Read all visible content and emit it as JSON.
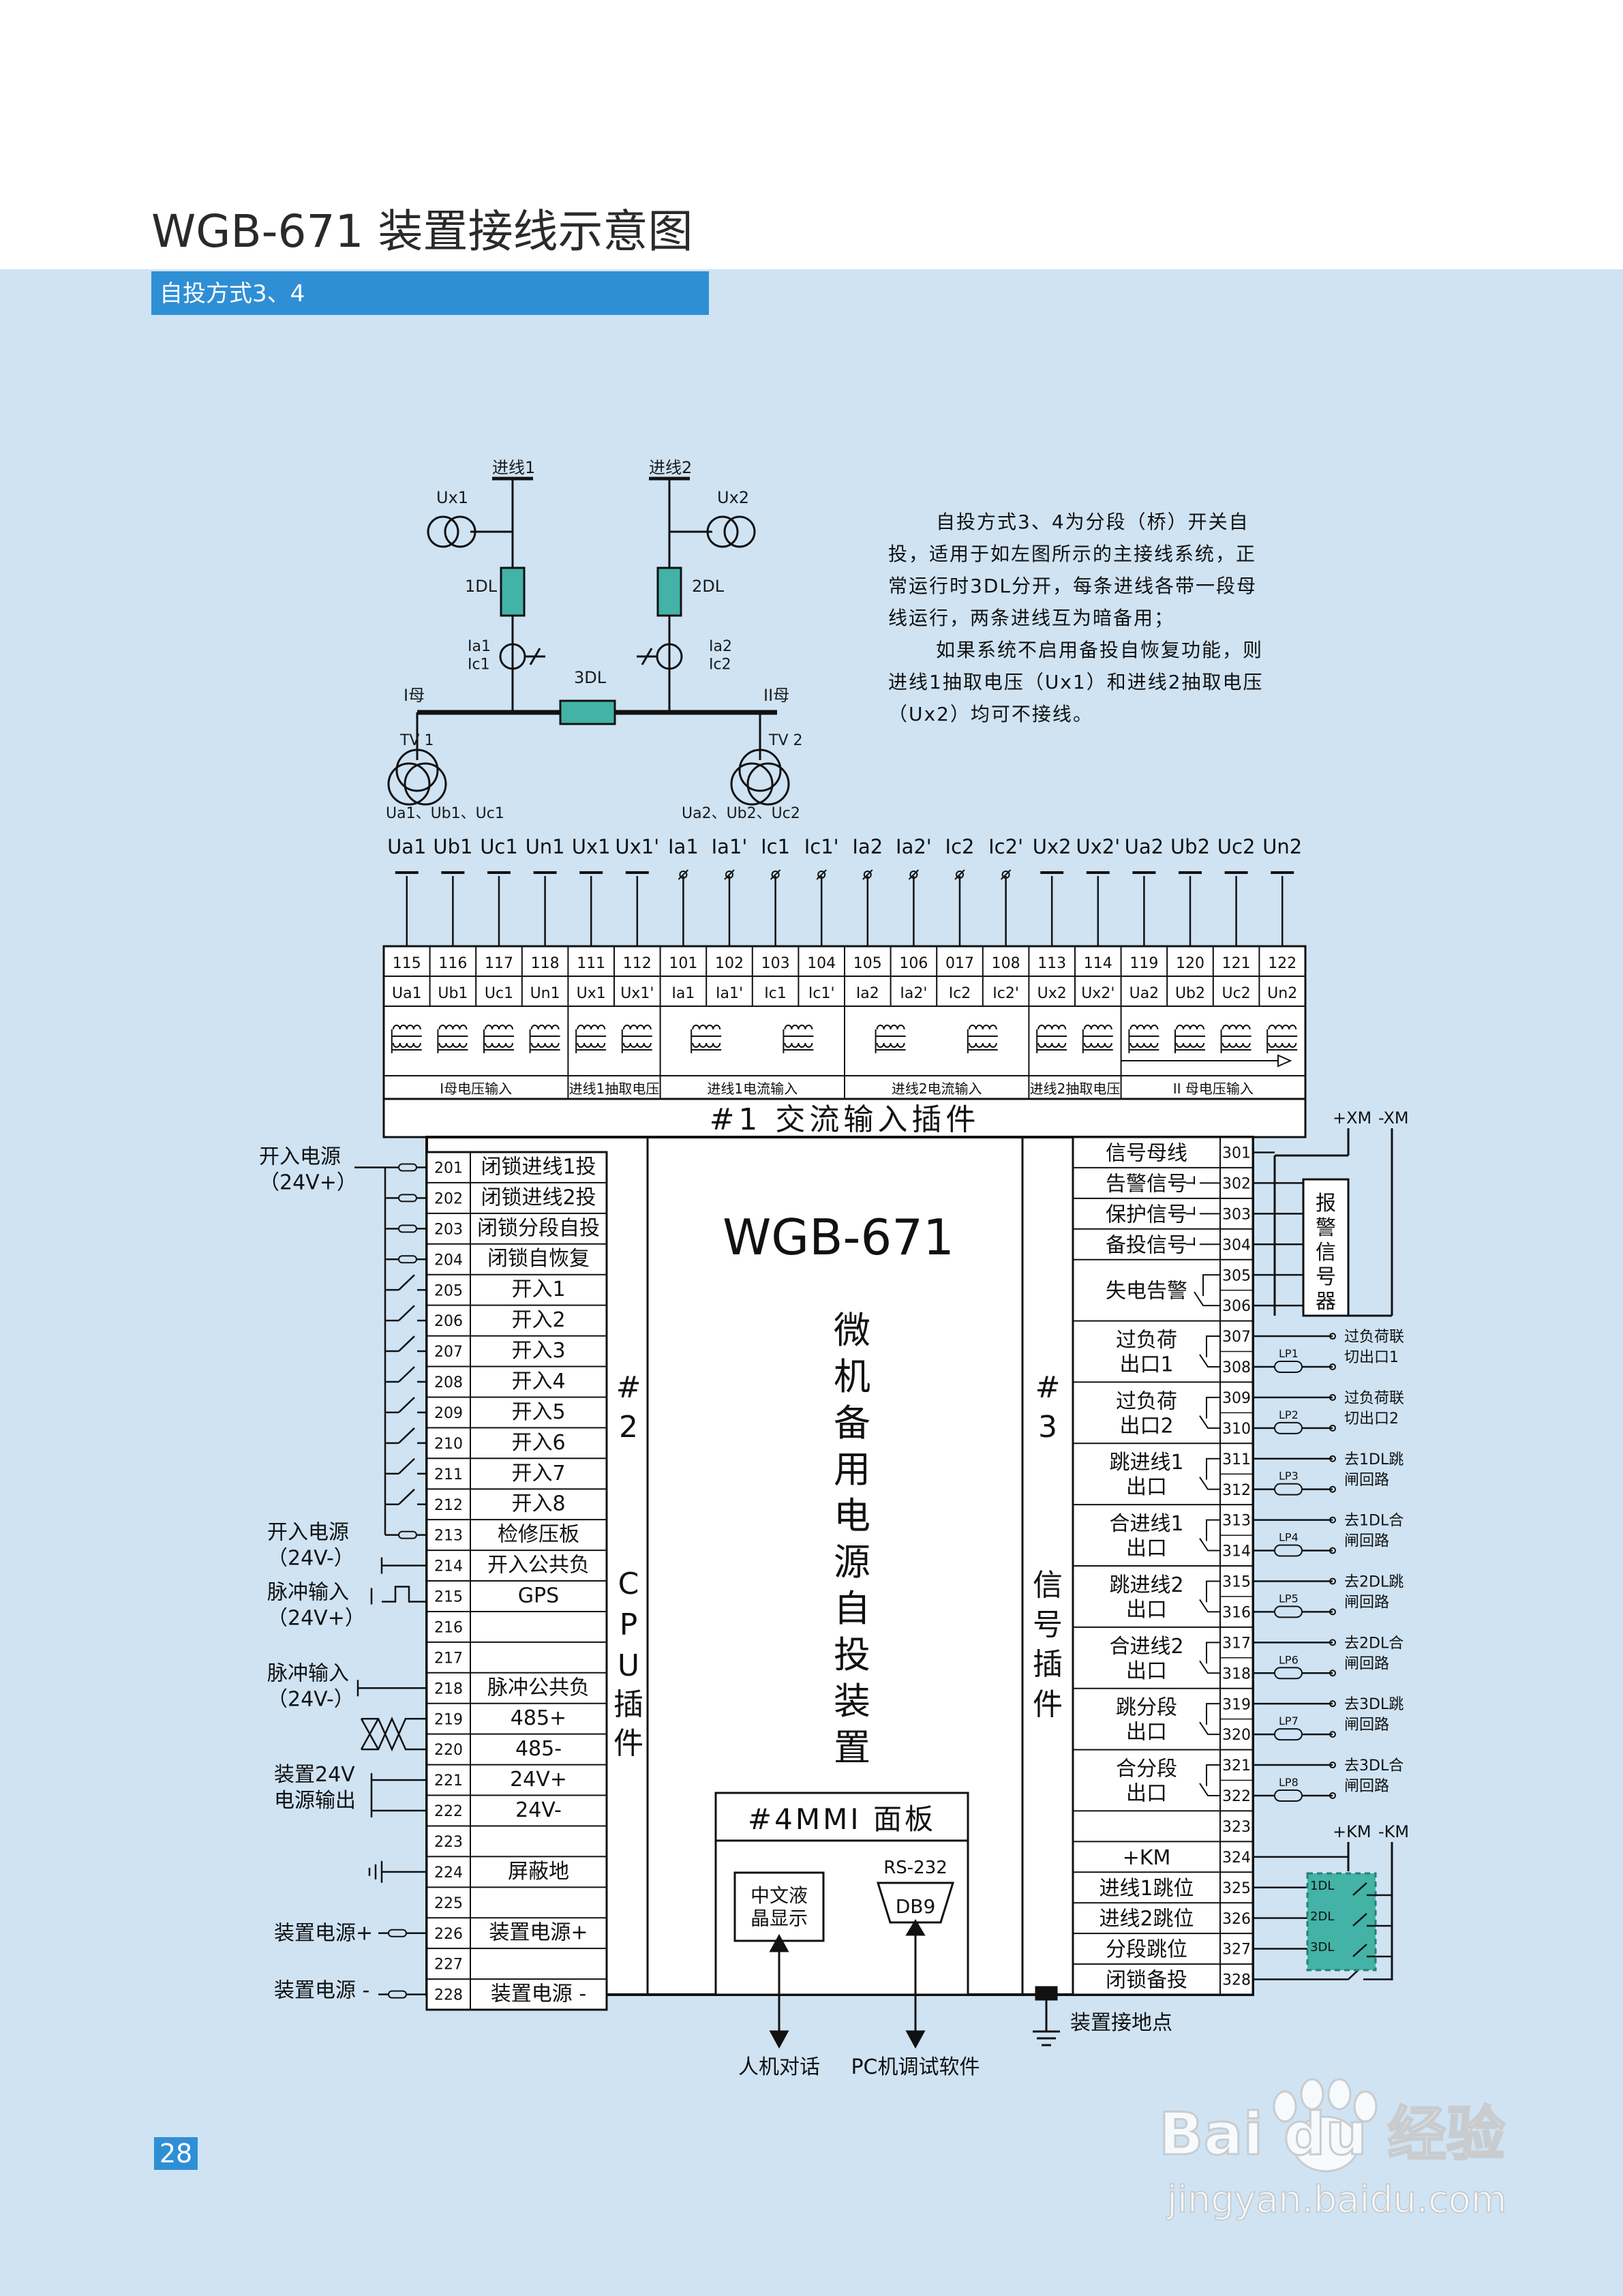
{
  "page": {
    "title": "WGB-671 装置接线示意图",
    "section_tab": "自投方式3、4",
    "page_number": "28",
    "watermark_text": "Bai du 经验",
    "watermark_url": "jingyan.baidu.com"
  },
  "colors": {
    "panel_bg": "#cfe3f3",
    "tab_bg": "#2f8fd5",
    "breaker_fill": "#42b3a6",
    "device_border": "#111111"
  },
  "topology": {
    "feeder1": "进线1",
    "feeder2": "进线2",
    "ux1": "Ux1",
    "ux2": "Ux2",
    "breaker1": "1DL",
    "breaker2": "2DL",
    "breaker3": "3DL",
    "ct1": "Ia1\nIc1",
    "ct2": "Ia2\nIc2",
    "bus1": "I母",
    "bus2": "II母",
    "tv1": "TV 1",
    "tv2": "TV 2",
    "tv1_out": "Ua1、Ub1、Uc1",
    "tv2_out": "Ua2、Ub2、Uc2"
  },
  "description": [
    "自投方式3、4为分段（桥）开关自",
    "投，适用于如左图所示的主接线系统，正",
    "常运行时3DL分开，每条进线各带一段母",
    "线运行，两条进线互为暗备用；",
    "如果系统不启用备投自恢复功能，则",
    "进线1抽取电压（Ux1）和进线2抽取电压",
    "（Ux2）均可不接线。"
  ],
  "ac_inputs": {
    "top_labels": [
      "Ua1",
      "Ub1",
      "Uc1",
      "Un1",
      "Ux1",
      "Ux1'",
      "Ia1",
      "Ia1'",
      "Ic1",
      "Ic1'",
      "Ia2",
      "Ia2'",
      "Ic2",
      "Ic2'",
      "Ux2",
      "Ux2'",
      "Ua2",
      "Ub2",
      "Uc2",
      "Un2"
    ],
    "terminals": [
      "115",
      "116",
      "117",
      "118",
      "111",
      "112",
      "101",
      "102",
      "103",
      "104",
      "105",
      "106",
      "017",
      "108",
      "113",
      "114",
      "119",
      "120",
      "121",
      "122"
    ],
    "terminal_labels": [
      "Ua1",
      "Ub1",
      "Uc1",
      "Un1",
      "Ux1",
      "Ux1'",
      "Ia1",
      "Ia1'",
      "Ic1",
      "Ic1'",
      "Ia2",
      "Ia2'",
      "Ic2",
      "Ic2'",
      "Ux2",
      "Ux2'",
      "Ua2",
      "Ub2",
      "Uc2",
      "Un2"
    ],
    "groups": [
      "I母电压输入",
      "进线1抽取电压",
      "进线1电流输入",
      "进线2电流输入",
      "进线2抽取电压",
      "II 母电压输入"
    ],
    "title": "#1 交流输入插件"
  },
  "device": {
    "model": "WGB-671",
    "name_vertical": "微机备用电源自投装置",
    "cpu_plugin": "#2 CPU插件",
    "signal_plugin": "#3 信号插件",
    "mmi_title": "#4MMI 面板",
    "lcd": "中文液\n晶显示",
    "rs232": "RS-232",
    "db9": "DB9",
    "hmi": "人机对话",
    "pc": "PC机调试软件",
    "ground": "装置接地点"
  },
  "cpu_rows": [
    {
      "num": "201",
      "label": "闭锁进线1投"
    },
    {
      "num": "202",
      "label": "闭锁进线2投"
    },
    {
      "num": "203",
      "label": "闭锁分段自投"
    },
    {
      "num": "204",
      "label": "闭锁自恢复"
    },
    {
      "num": "205",
      "label": "开入1"
    },
    {
      "num": "206",
      "label": "开入2"
    },
    {
      "num": "207",
      "label": "开入3"
    },
    {
      "num": "208",
      "label": "开入4"
    },
    {
      "num": "209",
      "label": "开入5"
    },
    {
      "num": "210",
      "label": "开入6"
    },
    {
      "num": "211",
      "label": "开入7"
    },
    {
      "num": "212",
      "label": "开入8"
    },
    {
      "num": "213",
      "label": "检修压板"
    },
    {
      "num": "214",
      "label": "开入公共负"
    },
    {
      "num": "215",
      "label": "GPS"
    },
    {
      "num": "216",
      "label": ""
    },
    {
      "num": "217",
      "label": ""
    },
    {
      "num": "218",
      "label": "脉冲公共负"
    },
    {
      "num": "219",
      "label": "485+"
    },
    {
      "num": "220",
      "label": "485-"
    },
    {
      "num": "221",
      "label": "24V+"
    },
    {
      "num": "222",
      "label": "24V-"
    },
    {
      "num": "223",
      "label": ""
    },
    {
      "num": "224",
      "label": "屏蔽地"
    },
    {
      "num": "225",
      "label": ""
    },
    {
      "num": "226",
      "label": "装置电源+"
    },
    {
      "num": "227",
      "label": ""
    },
    {
      "num": "228",
      "label": "装置电源 -"
    }
  ],
  "cpu_side_labels": {
    "power_in_pos": "开入电源\n（24V+）",
    "power_in_neg": "开入电源\n（24V-）",
    "pulse_pos": "脉冲输入\n（24V+）",
    "pulse_neg": "脉冲输入\n（24V-）",
    "dev24": "装置24V\n电源输出",
    "dev_pos": "装置电源+",
    "dev_neg": "装置电源 -"
  },
  "sig_rows": [
    {
      "nums": [
        "301"
      ],
      "label": "信号母线"
    },
    {
      "nums": [
        "302"
      ],
      "label": "告警信号"
    },
    {
      "nums": [
        "303"
      ],
      "label": "保护信号"
    },
    {
      "nums": [
        "304"
      ],
      "label": "备投信号"
    },
    {
      "nums": [
        "305",
        "306"
      ],
      "label": "失电告警"
    },
    {
      "nums": [
        "307",
        "308"
      ],
      "label": "过负荷\n出口1"
    },
    {
      "nums": [
        "309",
        "310"
      ],
      "label": "过负荷\n出口2"
    },
    {
      "nums": [
        "311",
        "312"
      ],
      "label": "跳进线1\n出口"
    },
    {
      "nums": [
        "313",
        "314"
      ],
      "label": "合进线1\n出口"
    },
    {
      "nums": [
        "315",
        "316"
      ],
      "label": "跳进线2\n出口"
    },
    {
      "nums": [
        "317",
        "318"
      ],
      "label": "合进线2\n出口"
    },
    {
      "nums": [
        "319",
        "320"
      ],
      "label": "跳分段\n出口"
    },
    {
      "nums": [
        "321",
        "322"
      ],
      "label": "合分段\n出口"
    },
    {
      "nums": [
        "323"
      ],
      "label": ""
    },
    {
      "nums": [
        "324"
      ],
      "label": "+KM"
    },
    {
      "nums": [
        "325"
      ],
      "label": "进线1跳位"
    },
    {
      "nums": [
        "326"
      ],
      "label": "进线2跳位"
    },
    {
      "nums": [
        "327"
      ],
      "label": "分段跳位"
    },
    {
      "nums": [
        "328"
      ],
      "label": "闭锁备投"
    }
  ],
  "sig_outputs": [
    {
      "lp": "LP1",
      "label": "过负荷联\n切出口1"
    },
    {
      "lp": "LP2",
      "label": "过负荷联\n切出口2"
    },
    {
      "lp": "LP3",
      "label": "去1DL跳\n闸回路"
    },
    {
      "lp": "LP4",
      "label": "去1DL合\n闸回路"
    },
    {
      "lp": "LP5",
      "label": "去2DL跳\n闸回路"
    },
    {
      "lp": "LP6",
      "label": "去2DL合\n闸回路"
    },
    {
      "lp": "LP7",
      "label": "去3DL跳\n闸回路"
    },
    {
      "lp": "LP8",
      "label": "去3DL合\n闸回路"
    }
  ],
  "alarm": {
    "xm_pos": "+XM",
    "xm_neg": "-XM",
    "box": "报警信号器",
    "km_pos": "+KM",
    "km_neg": "-KM",
    "aux": [
      "1DL",
      "2DL",
      "3DL"
    ]
  }
}
